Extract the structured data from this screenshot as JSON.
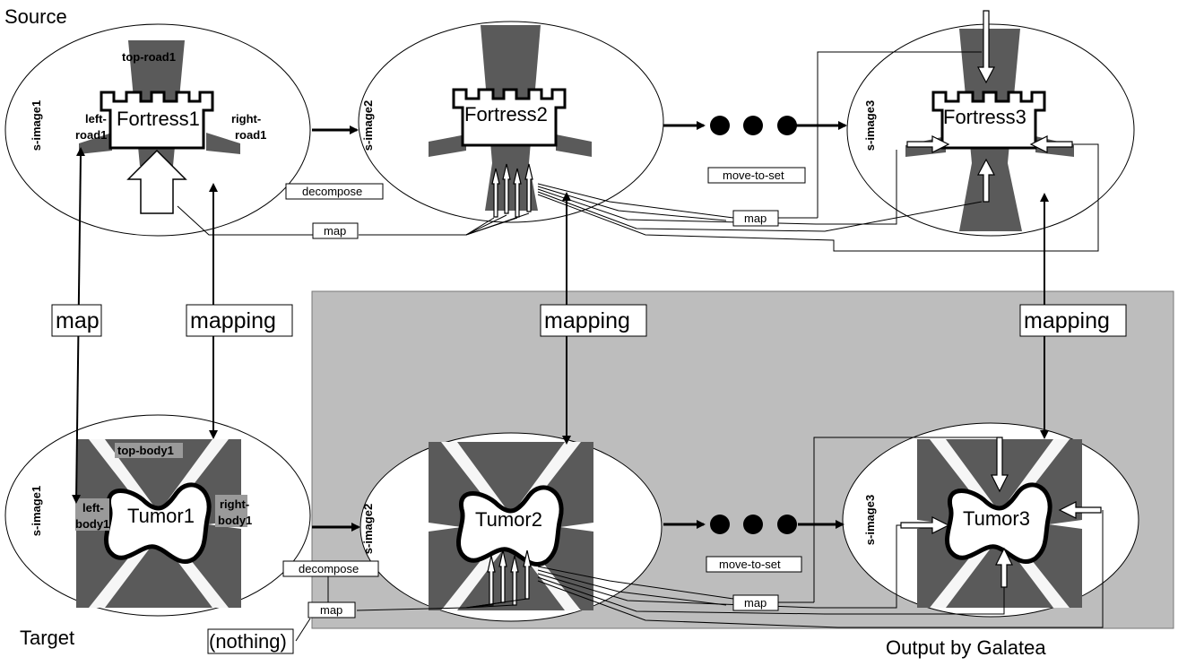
{
  "section_labels": {
    "source": "Source",
    "target": "Target",
    "output": "Output by Galatea"
  },
  "source": {
    "image1": {
      "side_label": "s-image1",
      "fortress": "Fortress1",
      "top_road": "top-road1",
      "left_road_a": "left-",
      "left_road_b": "road1",
      "right_road_a": "right-",
      "right_road_b": "road1"
    },
    "image2": {
      "side_label": "s-image2",
      "fortress": "Fortress2"
    },
    "image3": {
      "side_label": "s-image3",
      "fortress": "Fortress3"
    },
    "decompose": "decompose",
    "map1": "map",
    "move_to_set": "move-to-set",
    "map2": "map"
  },
  "target": {
    "image1": {
      "side_label": "s-image1",
      "tumor": "Tumor1",
      "top_body": "top-body1",
      "left_body_a": "left-",
      "left_body_b": "body1",
      "right_body_a": "right-",
      "right_body_b": "body1"
    },
    "image2": {
      "side_label": "s-image2",
      "tumor": "Tumor2"
    },
    "image3": {
      "side_label": "s-image3",
      "tumor": "Tumor3"
    },
    "decompose": "decompose",
    "map1": "map",
    "nothing": "(nothing)",
    "move_to_set": "move-to-set",
    "map2": "map"
  },
  "vertical_labels": {
    "map": "map",
    "mapping1": "mapping",
    "mapping2": "mapping",
    "mapping3": "mapping"
  },
  "colors": {
    "dark_fill": "#5a5a5a",
    "output_panel": "#bdbdbd",
    "line": "#000000",
    "background": "#ffffff"
  }
}
